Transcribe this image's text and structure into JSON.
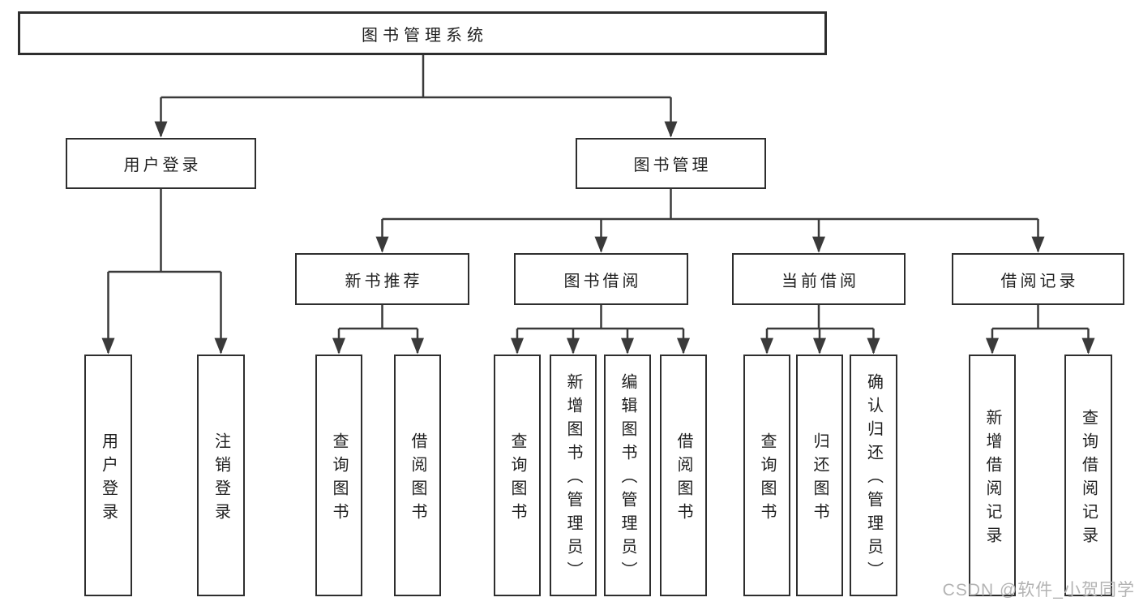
{
  "colors": {
    "background": "#ffffff",
    "line": "#3a3a3a",
    "box_border": "#2e2e2e",
    "text": "#1f1f1f",
    "watermark": "#b3b3b3"
  },
  "tree": {
    "root": "图书管理系统",
    "level2": [
      {
        "label": "用户登录",
        "children": [
          "用户登录",
          "注销登录"
        ]
      },
      {
        "label": "图书管理"
      }
    ],
    "level3": [
      {
        "label": "新书推荐",
        "children": [
          "查询图书",
          "借阅图书"
        ]
      },
      {
        "label": "图书借阅",
        "children": [
          "查询图书",
          "新增图书（管理员）",
          "编辑图书（管理员）",
          "借阅图书"
        ]
      },
      {
        "label": "当前借阅",
        "children": [
          "查询图书",
          "归还图书",
          "确认归还（管理员）"
        ]
      },
      {
        "label": "借阅记录",
        "children": [
          "新增借阅记录",
          "查询借阅记录"
        ]
      }
    ]
  },
  "watermark": {
    "text": "CSDN @软件_小贺同学"
  }
}
